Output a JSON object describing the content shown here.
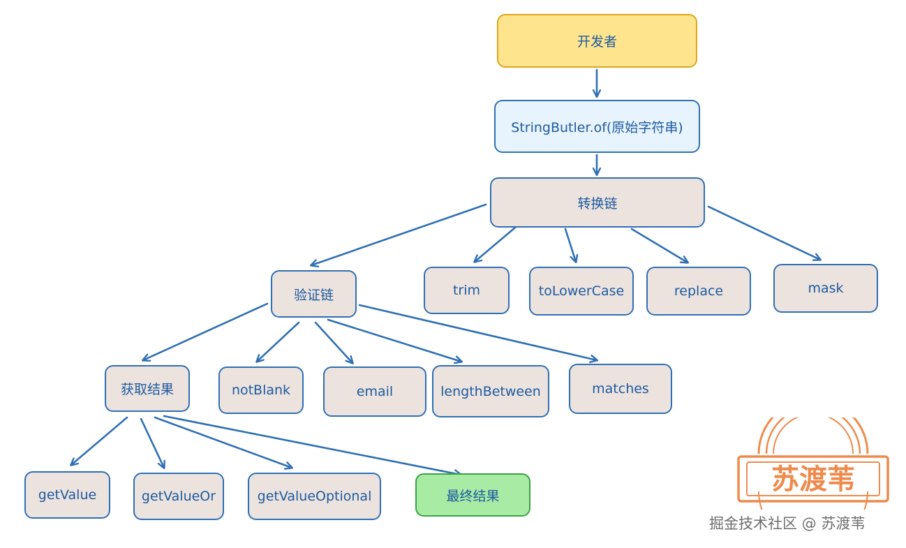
{
  "nodes": {
    "developer": "开发者",
    "entry": "StringButler.of(原始字符串)",
    "transform_chain": "转换链",
    "trim": "trim",
    "to_lower_case": "toLowerCase",
    "replace": "replace",
    "mask": "mask",
    "validation_chain": "验证链",
    "not_blank": "notBlank",
    "email": "email",
    "length_between": "lengthBetween",
    "matches": "matches",
    "get_result": "获取结果",
    "get_value": "getValue",
    "get_value_or": "getValueOr",
    "get_value_optional": "getValueOptional",
    "final_result": "最终结果"
  },
  "colors": {
    "edge": "#2f6fb3",
    "node_fill": "#ece3de",
    "developer_fill": "#fde48d",
    "entry_fill": "#e7f4fd",
    "final_fill": "#a8eba4",
    "stamp": "#ee8a4c"
  },
  "stamp": {
    "text": "苏渡苇"
  },
  "footer": {
    "text": "掘金技术社区 @ 苏渡苇"
  }
}
